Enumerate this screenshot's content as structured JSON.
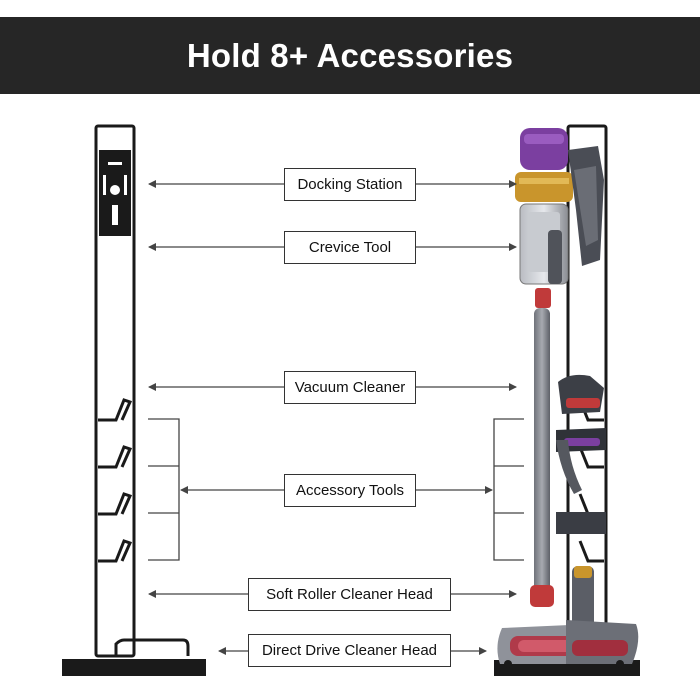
{
  "header": {
    "title": "Hold 8+ Accessories",
    "background_color": "#262626",
    "text_color": "#ffffff"
  },
  "callouts": [
    {
      "id": "docking-station",
      "label": "Docking Station"
    },
    {
      "id": "crevice-tool",
      "label": "Crevice Tool"
    },
    {
      "id": "vacuum-cleaner",
      "label": "Vacuum Cleaner"
    },
    {
      "id": "accessory-tools",
      "label": "Accessory Tools"
    },
    {
      "id": "soft-roller-cleaner-head",
      "label": "Soft Roller Cleaner Head"
    },
    {
      "id": "direct-drive-cleaner-head",
      "label": "Direct Drive Cleaner Head"
    }
  ],
  "illustration": {
    "stand_color": "#1a1a1a",
    "vacuum_accent_purple": "#7b3fa0",
    "vacuum_accent_gold": "#c9952c",
    "vacuum_accent_red": "#c03a3a",
    "shaft_color": "#8a8d93"
  }
}
